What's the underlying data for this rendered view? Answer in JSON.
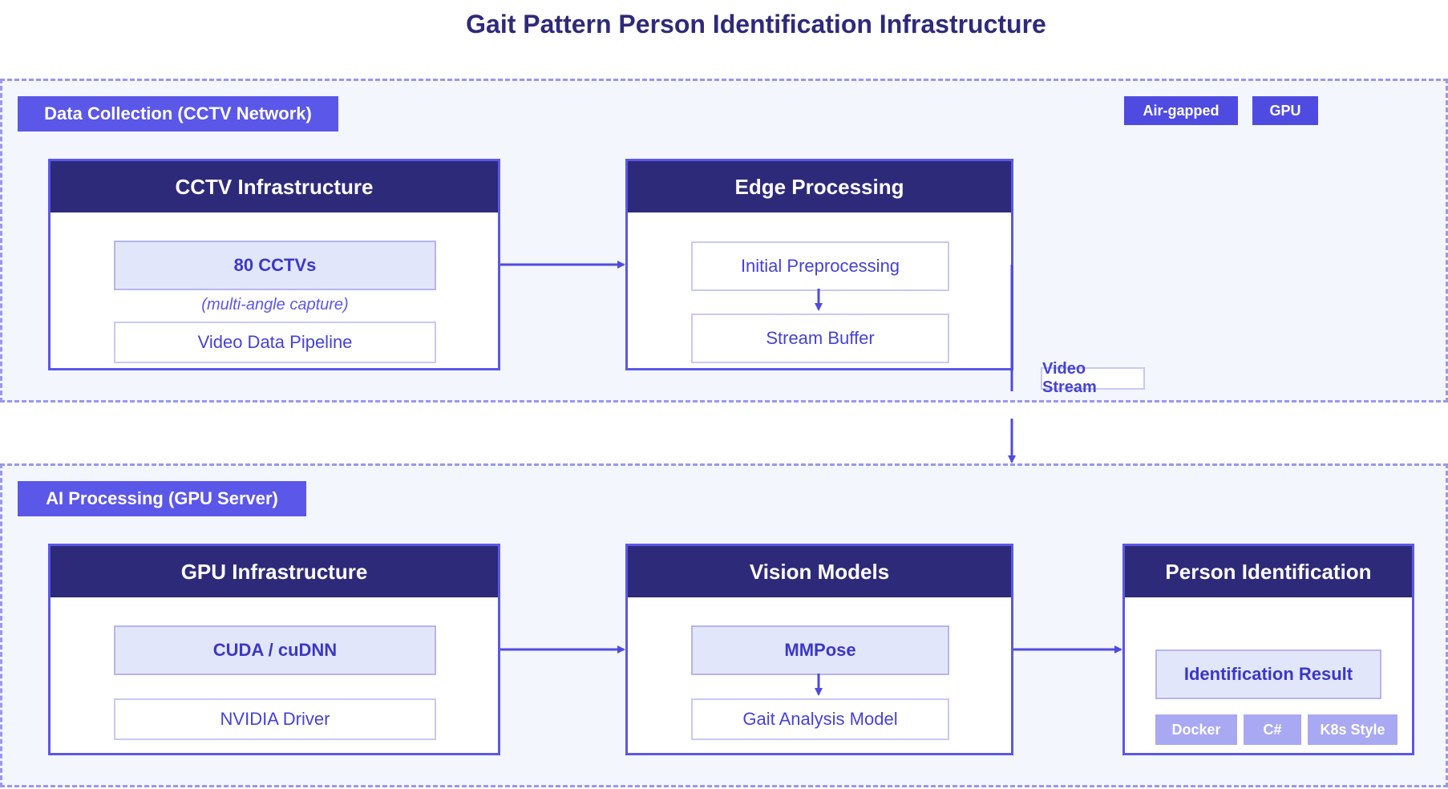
{
  "title": "Gait Pattern Person Identification Infrastructure",
  "zones": {
    "collection": {
      "label": "Data Collection (CCTV Network)"
    },
    "processing": {
      "label": "AI Processing (GPU Server)"
    }
  },
  "tags": [
    "Air-gapped",
    "GPU"
  ],
  "cards": {
    "cctv": {
      "title": "CCTV Infrastructure",
      "primary": "80 CCTVs",
      "note": "(multi-angle capture)",
      "secondary": "Video Data Pipeline"
    },
    "edge": {
      "title": "Edge Processing",
      "step1": "Initial Preprocessing",
      "step2": "Stream Buffer"
    },
    "gpu": {
      "title": "GPU Infrastructure",
      "primary": "CUDA / cuDNN",
      "secondary": "NVIDIA Driver"
    },
    "vision": {
      "title": "Vision Models",
      "primary": "MMPose",
      "secondary": "Gait Analysis Model"
    },
    "person": {
      "title": "Person Identification",
      "primary": "Identification Result",
      "chips": [
        "Docker",
        "C#",
        "K8s Style"
      ]
    }
  },
  "edges": {
    "video_stream": "Video Stream"
  },
  "colors": {
    "header": "#2e2a7a",
    "accent": "#5b57e8",
    "zone_bg": "#f3f6fd",
    "highlight_box": "#e2e6fb"
  }
}
